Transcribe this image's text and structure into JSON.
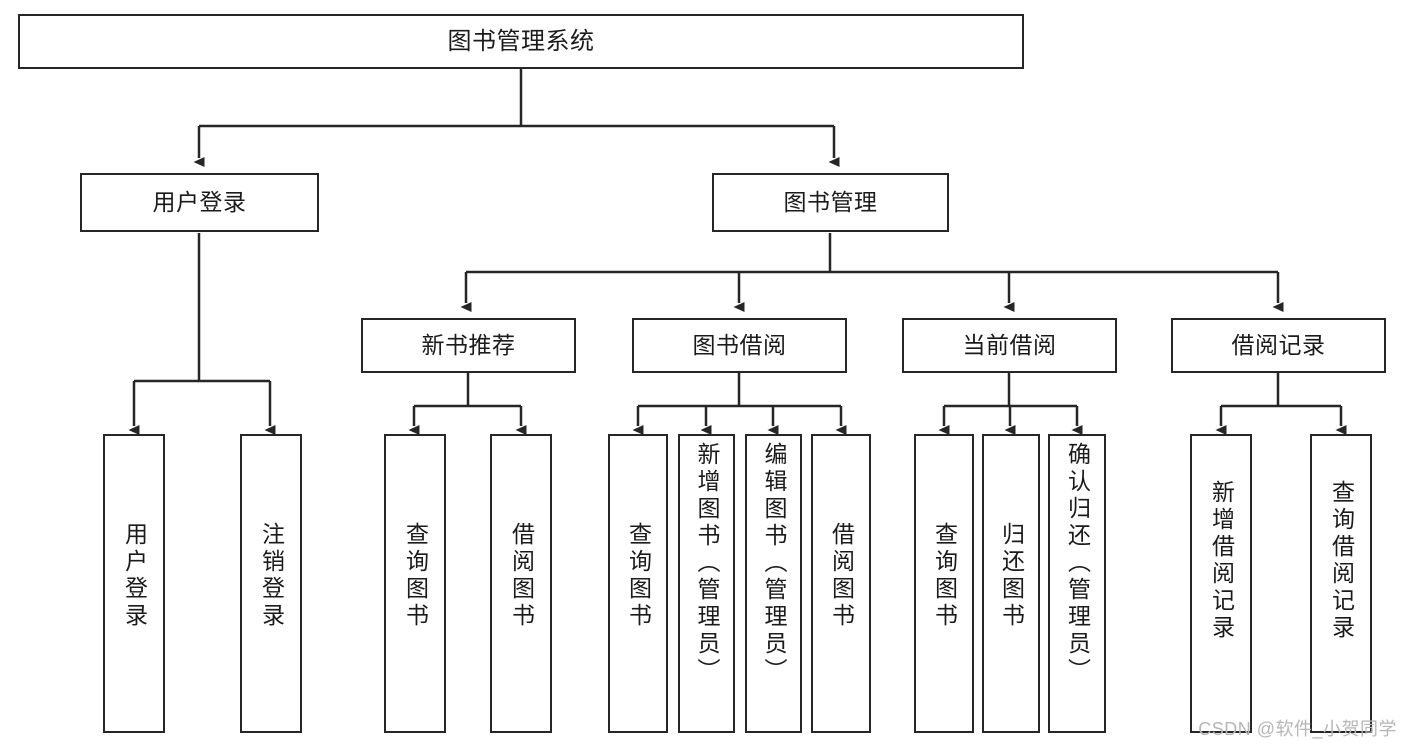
{
  "diagram": {
    "title": "图书管理系统",
    "type": "hierarchy-tree",
    "watermark": "CSDN @软件_小贺同学",
    "levels": [
      {
        "level": 0,
        "nodes": [
          {
            "id": "root",
            "label": "图书管理系统"
          }
        ]
      },
      {
        "level": 1,
        "nodes": [
          {
            "id": "user-login",
            "label": "用户登录",
            "parent": "root"
          },
          {
            "id": "book-manage",
            "label": "图书管理",
            "parent": "root"
          }
        ]
      },
      {
        "level": 2,
        "nodes": [
          {
            "id": "new-book-rec",
            "label": "新书推荐",
            "parent": "book-manage"
          },
          {
            "id": "book-borrow",
            "label": "图书借阅",
            "parent": "book-manage"
          },
          {
            "id": "current-borrow",
            "label": "当前借阅",
            "parent": "book-manage"
          },
          {
            "id": "borrow-record",
            "label": "借阅记录",
            "parent": "book-manage"
          }
        ]
      },
      {
        "level": 3,
        "nodes": [
          {
            "id": "leaf-1",
            "label": "用户登录",
            "parent": "user-login"
          },
          {
            "id": "leaf-2",
            "label": "注销登录",
            "parent": "user-login"
          },
          {
            "id": "leaf-3",
            "label": "查询图书",
            "parent": "new-book-rec"
          },
          {
            "id": "leaf-4",
            "label": "借阅图书",
            "parent": "new-book-rec"
          },
          {
            "id": "leaf-5",
            "label": "查询图书",
            "parent": "book-borrow"
          },
          {
            "id": "leaf-6",
            "label": "新增图书（管理员）",
            "parent": "book-borrow"
          },
          {
            "id": "leaf-7",
            "label": "编辑图书（管理员）",
            "parent": "book-borrow"
          },
          {
            "id": "leaf-8",
            "label": "借阅图书",
            "parent": "book-borrow"
          },
          {
            "id": "leaf-9",
            "label": "查询图书",
            "parent": "current-borrow"
          },
          {
            "id": "leaf-10",
            "label": "归还图书",
            "parent": "current-borrow"
          },
          {
            "id": "leaf-11",
            "label": "确认归还（管理员）",
            "parent": "current-borrow"
          },
          {
            "id": "leaf-12",
            "label": "新增借阅记录",
            "parent": "borrow-record"
          },
          {
            "id": "leaf-13",
            "label": "查询借阅记录",
            "parent": "borrow-record"
          }
        ]
      }
    ],
    "colors": {
      "stroke": "#262626",
      "fill": "#ffffff",
      "text": "#1b1b1b",
      "watermark": "#b6b6b6"
    }
  }
}
